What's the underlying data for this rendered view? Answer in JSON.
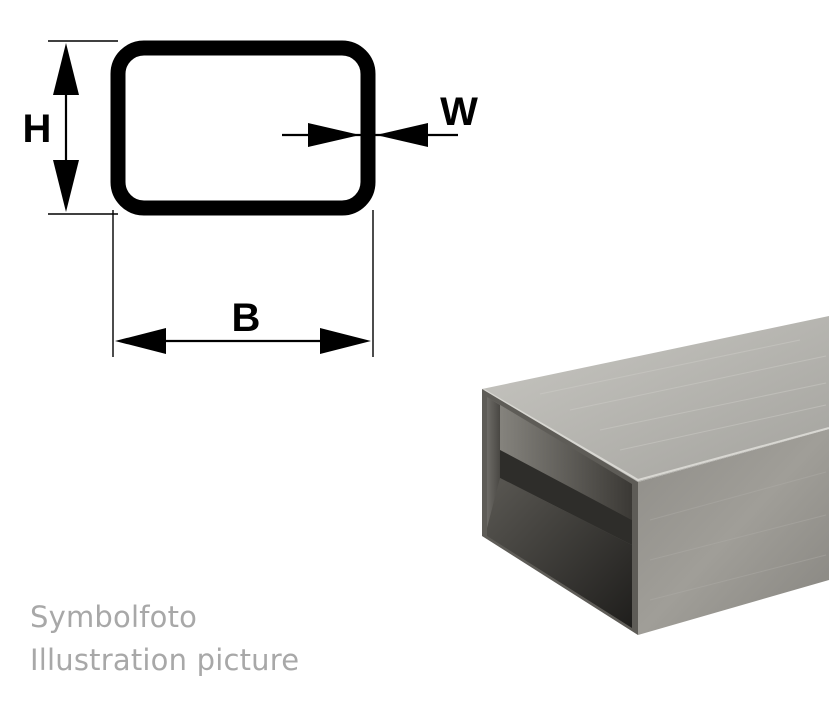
{
  "diagram": {
    "labels": {
      "height": "H",
      "wall": "W",
      "width": "B"
    },
    "colors": {
      "ink": "#000000",
      "caption": "#a8a8a8",
      "steel_light": "#bdbdb8",
      "steel_mid": "#9a9893",
      "steel_dark": "#4a4844"
    }
  },
  "caption": {
    "line1": "Symbolfoto",
    "line2": "Illustration picture"
  }
}
